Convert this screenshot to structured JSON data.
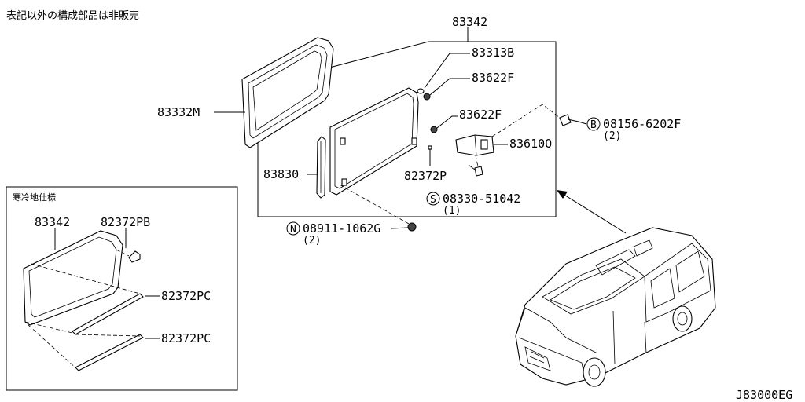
{
  "header_note": "表記以外の構成部品は非販売",
  "inset_title": "寒冷地仕様",
  "diagram_code": "J83000EG",
  "callouts": {
    "p83342": "83342",
    "p83313b": "83313B",
    "p83622f_top": "83622F",
    "p83622f_mid": "83622F",
    "p83332m": "83332M",
    "p08156_code": "08156-6202F",
    "p08156_prefix": "B",
    "p08156_qty": "(2)",
    "p83610q": "83610Q",
    "p83830": "83830",
    "p82372p": "82372P",
    "p08330_code": "08330-51042",
    "p08330_prefix": "S",
    "p08330_qty": "(1)",
    "p08911_code": "08911-1062G",
    "p08911_prefix": "N",
    "p08911_qty": "(2)",
    "inset_83342": "83342",
    "inset_82372pb": "82372PB",
    "inset_82372pc_1": "82372PC",
    "inset_82372pc_2": "82372PC"
  }
}
